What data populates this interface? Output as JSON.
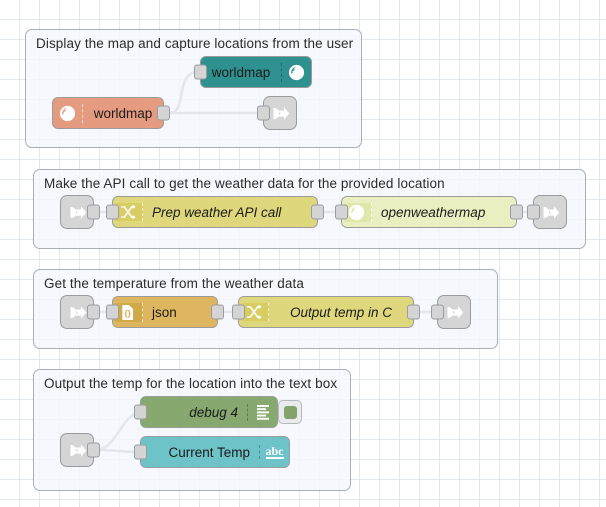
{
  "app": {
    "name": "node-red-flow-editor",
    "canvas_background": "#ffffff",
    "grid_color": "#e3e8ef"
  },
  "groups": [
    {
      "id": "group-display-map",
      "label": "Display the map and capture locations from the user"
    },
    {
      "id": "group-api-call",
      "label": "Make the API call to get the weather data for the provided location"
    },
    {
      "id": "group-get-temp",
      "label": "Get the temperature from the weather data"
    },
    {
      "id": "group-output-temp",
      "label": "Output the temp for the location into the text box"
    }
  ],
  "nodes": {
    "worldmap_out": {
      "label": "worldmap",
      "icon": "globe-icon",
      "color": "#2e9190",
      "icon_side": "right"
    },
    "worldmap_in": {
      "label": "worldmap",
      "icon": "globe-icon",
      "color": "#e59b80",
      "icon_side": "left"
    },
    "link_out_1": {
      "label": "",
      "icon": "link-out-icon",
      "color": "#d5d5d5"
    },
    "link_in_2": {
      "label": "",
      "icon": "link-in-icon",
      "color": "#d5d5d5"
    },
    "prep_api": {
      "label": "Prep weather API call",
      "icon": "change-icon",
      "color": "#dfd77c",
      "icon_color": "#d7cd63"
    },
    "openweathermap": {
      "label": "openweathermap",
      "icon": "globe-icon",
      "color": "#e9efc0",
      "icon_color": "#dfe7ab"
    },
    "link_out_2": {
      "label": "",
      "icon": "link-out-icon",
      "color": "#d5d5d5"
    },
    "link_in_3": {
      "label": "",
      "icon": "link-in-icon",
      "color": "#d5d5d5"
    },
    "json": {
      "label": "json",
      "icon": "json-braces-icon",
      "color": "#deb65f",
      "icon_color": "#d0a949"
    },
    "output_temp": {
      "label": "Output temp in C",
      "icon": "change-icon",
      "color": "#dfd77c",
      "icon_color": "#d7cd63"
    },
    "link_out_3": {
      "label": "",
      "icon": "link-out-icon",
      "color": "#d5d5d5"
    },
    "link_in_4": {
      "label": "",
      "icon": "link-in-icon",
      "color": "#d5d5d5"
    },
    "debug4": {
      "label": "debug 4",
      "icon": "debug-lines-icon",
      "color": "#87a96f",
      "toggle": "debug-enabled"
    },
    "current_temp": {
      "label": "Current Temp",
      "icon": "abc-text-icon",
      "color": "#6ec3c8"
    }
  },
  "colors": {
    "teal": "#2e9190",
    "salmon": "#e59b80",
    "grey_link": "#d5d5d5",
    "yellow_change": "#dfd77c",
    "pale_green_yellow": "#e9efc0",
    "gold_json": "#deb65f",
    "green_debug": "#87a96f",
    "cyan_text": "#6ec3c8",
    "wire": "#999da3",
    "group_border": "#a9aeb8"
  }
}
